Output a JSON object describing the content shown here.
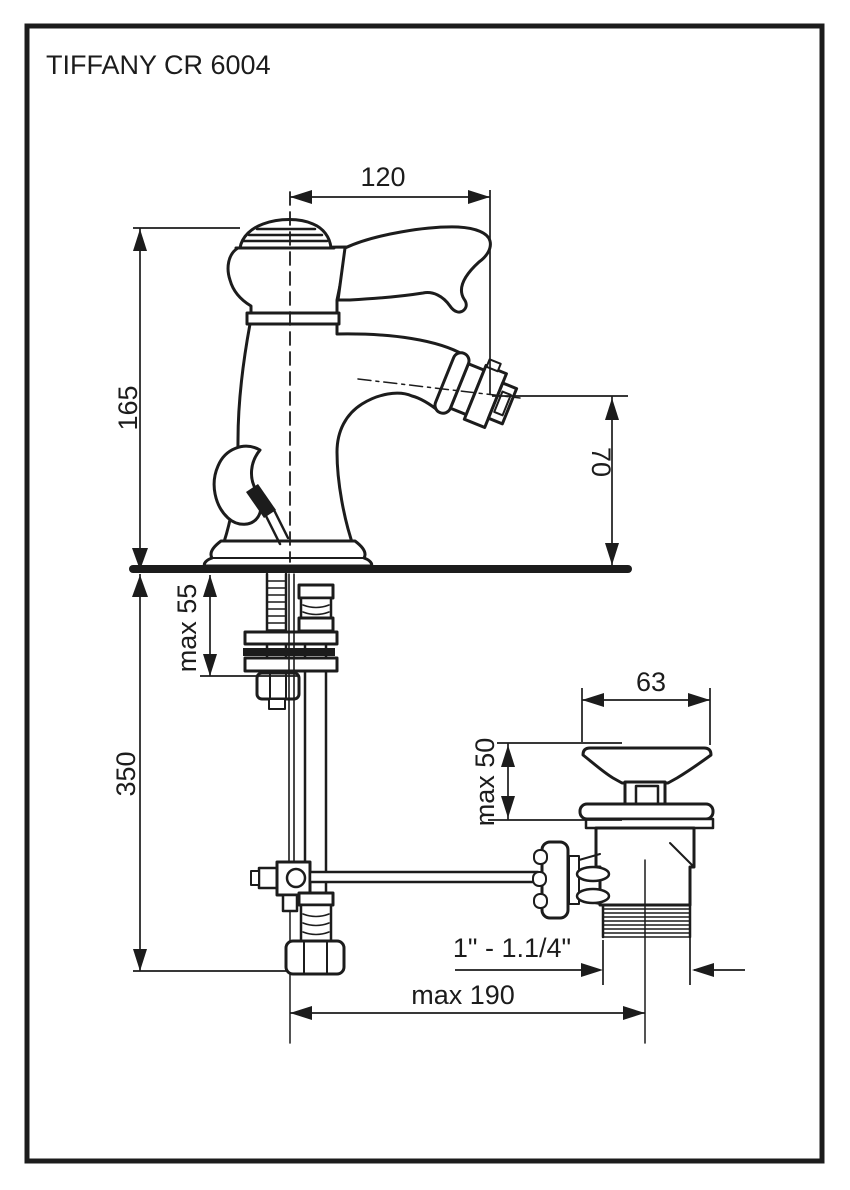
{
  "page": {
    "title": "TIFFANY CR 6004",
    "colors": {
      "ink": "#1c1c1c",
      "paper": "#ffffff"
    }
  },
  "dimensions": {
    "spout_width": "120",
    "body_height": "165",
    "spout_height": "70",
    "deck_max": "max 55",
    "hose_drop": "350",
    "plug_diameter": "63",
    "plug_lift_max": "max 50",
    "thread": "1\" - 1.1/4\"",
    "drain_reach_max": "max 190"
  }
}
